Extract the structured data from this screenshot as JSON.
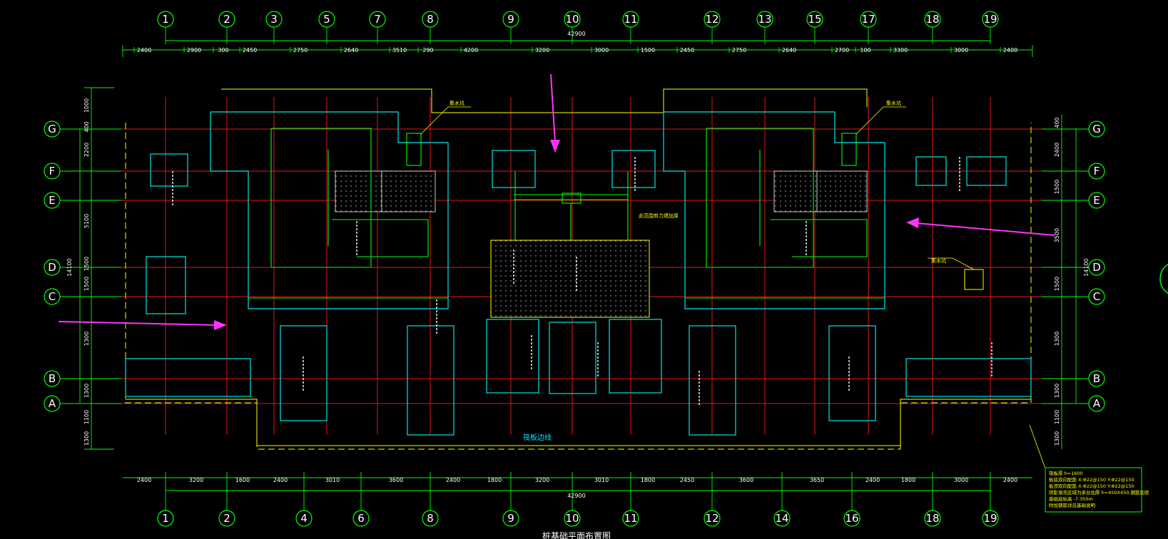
{
  "axes_top": [
    "1",
    "2",
    "3",
    "5",
    "7",
    "8",
    "9",
    "10",
    "11",
    "12",
    "13",
    "15",
    "17",
    "18",
    "19"
  ],
  "axes_bottom": [
    "1",
    "2",
    "4",
    "6",
    "8",
    "9",
    "10",
    "11",
    "12",
    "14",
    "16",
    "18",
    "19"
  ],
  "axes_rows": [
    "G",
    "F",
    "E",
    "D",
    "C",
    "B",
    "A"
  ],
  "dims_top": [
    "2400",
    "2900",
    "300",
    "2450",
    "2750",
    "2640",
    "3510",
    "290",
    "4200",
    "3200",
    "3000",
    "1500",
    "2450",
    "2750",
    "2640",
    "2700",
    "100",
    "3300",
    "3000",
    "2400"
  ],
  "dims_bottom": [
    "2400",
    "3200",
    "1600",
    "2400",
    "3010",
    "3600",
    "2400",
    "1800",
    "3200",
    "3010",
    "1800",
    "2450",
    "3600",
    "3650",
    "2400",
    "1800",
    "3000",
    "2400"
  ],
  "total_dim": "42900",
  "dims_left": [
    "1000",
    "400",
    "2200",
    "5100",
    "1500",
    "1500",
    "1300",
    "1300",
    "1100",
    "1300"
  ],
  "dims_right": [
    "400",
    "2400",
    "1500",
    "3500",
    "1500",
    "1300",
    "1300",
    "1100",
    "1300"
  ],
  "overall_height": "14100",
  "chinese_labels": {
    "pile_edge": "筏板边线",
    "wall_note": "此范围剪力墙加厚",
    "pit": "集水坑"
  },
  "notes": [
    "筏板厚 h=1600",
    "板底双向配筋 X:Φ22@150 Y:Φ22@150",
    "板顶双向配筋 X:Φ22@150 Y:Φ22@150",
    "阴影填充区域为承台加厚 h=450X450,钢筋加密",
    "基础底标高 -7.350m",
    "附加钢筋详见基础说明"
  ],
  "drawing_title": "桩基础平面布置图",
  "colors": {
    "grid": "#e01818",
    "axis": "#00ff00",
    "cap": "#00e5e5",
    "text": "#ffffff",
    "note": "#ffff00",
    "arrow": "#ff33ff"
  }
}
